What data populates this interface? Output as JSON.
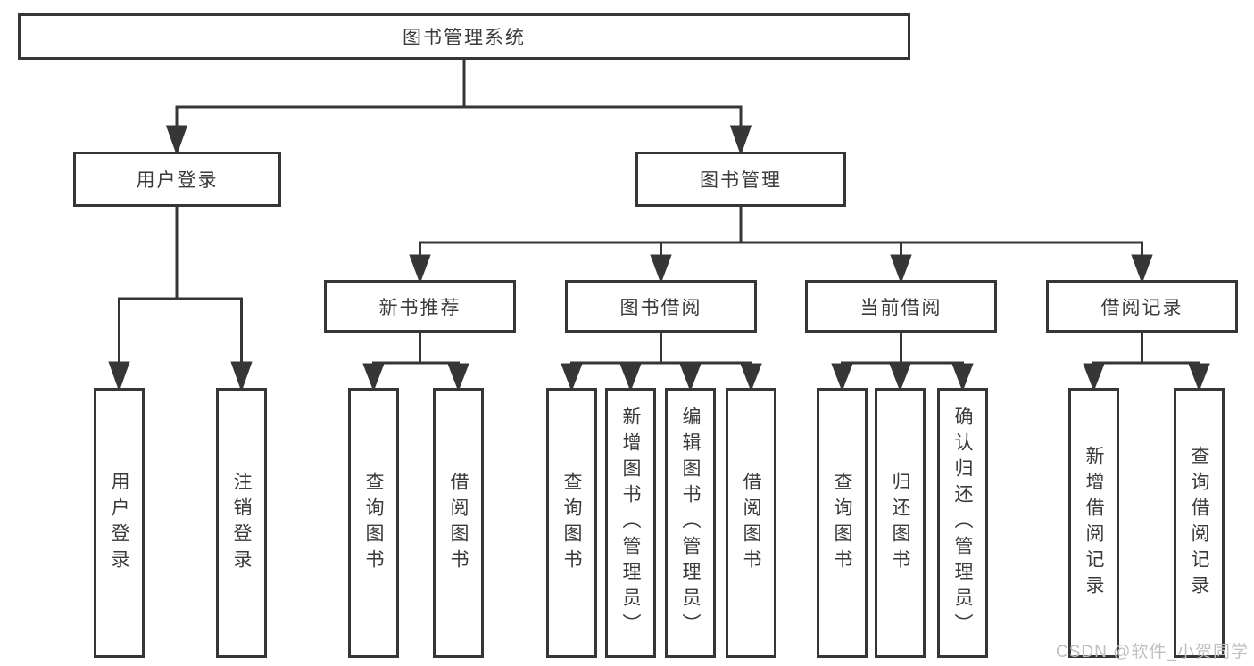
{
  "tree": {
    "root": "图书管理系统",
    "branches": [
      {
        "label": "用户登录",
        "children": [
          "用户登录",
          "注销登录"
        ]
      },
      {
        "label": "图书管理",
        "groups": [
          {
            "label": "新书推荐",
            "children": [
              "查询图书",
              "借阅图书"
            ]
          },
          {
            "label": "图书借阅",
            "children": [
              "查询图书",
              "新增图书（管理员）",
              "编辑图书（管理员）",
              "借阅图书"
            ]
          },
          {
            "label": "当前借阅",
            "children": [
              "查询图书",
              "归还图书",
              "确认归还（管理员）"
            ]
          },
          {
            "label": "借阅记录",
            "children": [
              "新增借阅记录",
              "查询借阅记录"
            ]
          }
        ]
      }
    ]
  },
  "colors": {
    "line": "#363636",
    "text": "#3a3a3a",
    "watermark": "#bfbfbf",
    "background": "#ffffff"
  },
  "watermark": "CSDN @软件_小贺同学"
}
